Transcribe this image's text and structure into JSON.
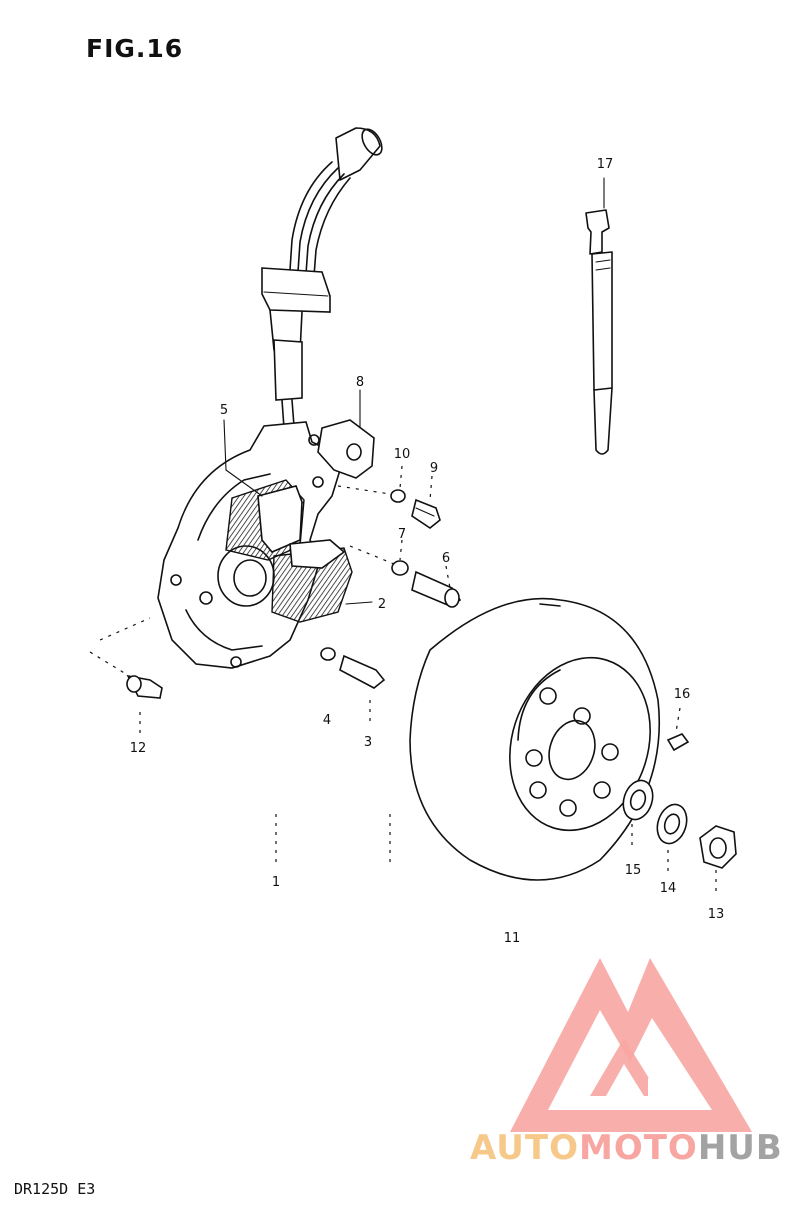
{
  "figure": {
    "title": "FIG.16",
    "model_code": "DR125D  E3"
  },
  "part_labels": [
    {
      "id": "p1",
      "text": "1"
    },
    {
      "id": "p2",
      "text": "2"
    },
    {
      "id": "p3",
      "text": "3"
    },
    {
      "id": "p4",
      "text": "4"
    },
    {
      "id": "p5",
      "text": "5"
    },
    {
      "id": "p6",
      "text": "6"
    },
    {
      "id": "p7",
      "text": "7"
    },
    {
      "id": "p8",
      "text": "8"
    },
    {
      "id": "p9",
      "text": "9"
    },
    {
      "id": "p10",
      "text": "10"
    },
    {
      "id": "p11",
      "text": "11"
    },
    {
      "id": "p12",
      "text": "12"
    },
    {
      "id": "p13",
      "text": "13"
    },
    {
      "id": "p14",
      "text": "14"
    },
    {
      "id": "p15",
      "text": "15"
    },
    {
      "id": "p16",
      "text": "16"
    },
    {
      "id": "p17",
      "text": "17"
    }
  ],
  "watermark": {
    "brand_auto": "AUTO",
    "brand_moto": "MOTO",
    "brand_hub": "HUB",
    "color_triangle": "#f7a6a2",
    "color_auto": "#f6c88a",
    "color_moto": "#f7a6a2",
    "color_hub": "#a3a3a3"
  }
}
